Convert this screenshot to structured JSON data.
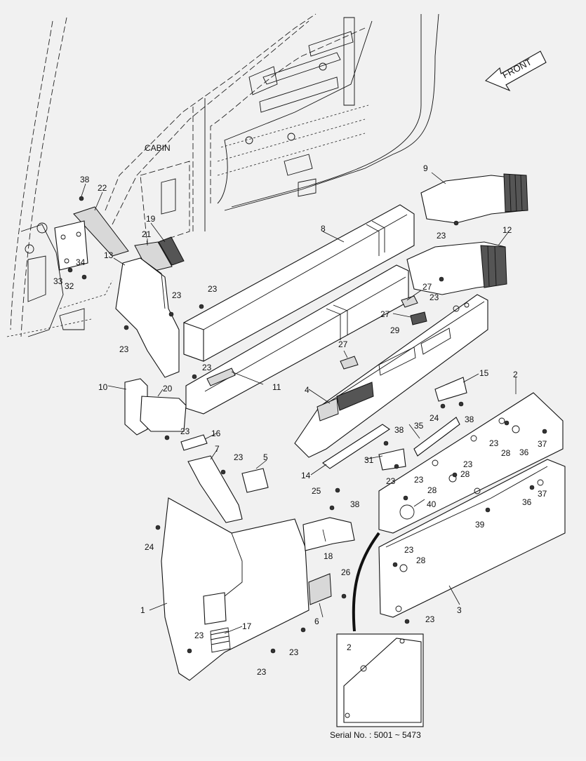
{
  "labels": {
    "cabin": "CABIN",
    "front": "FRONT",
    "serial": "Serial No. : 5001 ~ 5473"
  },
  "callouts": [
    {
      "id": "c38a",
      "text": "38"
    },
    {
      "id": "c22",
      "text": "22"
    },
    {
      "id": "c19",
      "text": "19"
    },
    {
      "id": "c21",
      "text": "21"
    },
    {
      "id": "c13",
      "text": "13"
    },
    {
      "id": "c34",
      "text": "34"
    },
    {
      "id": "c33",
      "text": "33"
    },
    {
      "id": "c32",
      "text": "32"
    },
    {
      "id": "c23a",
      "text": "23"
    },
    {
      "id": "c23b",
      "text": "23"
    },
    {
      "id": "c23c",
      "text": "23"
    },
    {
      "id": "c9",
      "text": "9"
    },
    {
      "id": "c8",
      "text": "8"
    },
    {
      "id": "c23d",
      "text": "23"
    },
    {
      "id": "c12",
      "text": "12"
    },
    {
      "id": "c27a",
      "text": "27"
    },
    {
      "id": "c23e",
      "text": "23"
    },
    {
      "id": "c27b",
      "text": "27"
    },
    {
      "id": "c29",
      "text": "29"
    },
    {
      "id": "c27c",
      "text": "27"
    },
    {
      "id": "c23f",
      "text": "23"
    },
    {
      "id": "c11",
      "text": "11"
    },
    {
      "id": "c10",
      "text": "10"
    },
    {
      "id": "c20",
      "text": "20"
    },
    {
      "id": "c4",
      "text": "4"
    },
    {
      "id": "c15",
      "text": "15"
    },
    {
      "id": "c2a",
      "text": "2"
    },
    {
      "id": "c23g",
      "text": "23"
    },
    {
      "id": "c16",
      "text": "16"
    },
    {
      "id": "c7",
      "text": "7"
    },
    {
      "id": "c23h",
      "text": "23"
    },
    {
      "id": "c5",
      "text": "5"
    },
    {
      "id": "c38b",
      "text": "38"
    },
    {
      "id": "c24a",
      "text": "24"
    },
    {
      "id": "c38c",
      "text": "38"
    },
    {
      "id": "c35",
      "text": "35"
    },
    {
      "id": "c23i",
      "text": "23"
    },
    {
      "id": "c28a",
      "text": "28"
    },
    {
      "id": "c36a",
      "text": "36"
    },
    {
      "id": "c37a",
      "text": "37"
    },
    {
      "id": "c31",
      "text": "31"
    },
    {
      "id": "c23j",
      "text": "23"
    },
    {
      "id": "c28b",
      "text": "28"
    },
    {
      "id": "c14",
      "text": "14"
    },
    {
      "id": "c23k",
      "text": "23"
    },
    {
      "id": "c23l",
      "text": "23"
    },
    {
      "id": "c25",
      "text": "25"
    },
    {
      "id": "c28c",
      "text": "28"
    },
    {
      "id": "c36b",
      "text": "36"
    },
    {
      "id": "c37b",
      "text": "37"
    },
    {
      "id": "c38d",
      "text": "38"
    },
    {
      "id": "c40",
      "text": "40"
    },
    {
      "id": "c39",
      "text": "39"
    },
    {
      "id": "c24b",
      "text": "24"
    },
    {
      "id": "c18",
      "text": "18"
    },
    {
      "id": "c23m",
      "text": "23"
    },
    {
      "id": "c28d",
      "text": "28"
    },
    {
      "id": "c26",
      "text": "26"
    },
    {
      "id": "c1",
      "text": "1"
    },
    {
      "id": "c3",
      "text": "3"
    },
    {
      "id": "c17",
      "text": "17"
    },
    {
      "id": "c6",
      "text": "6"
    },
    {
      "id": "c23n",
      "text": "23"
    },
    {
      "id": "c23o",
      "text": "23"
    },
    {
      "id": "c23p",
      "text": "23"
    },
    {
      "id": "c23q",
      "text": "23"
    },
    {
      "id": "c2b",
      "text": "2"
    }
  ]
}
